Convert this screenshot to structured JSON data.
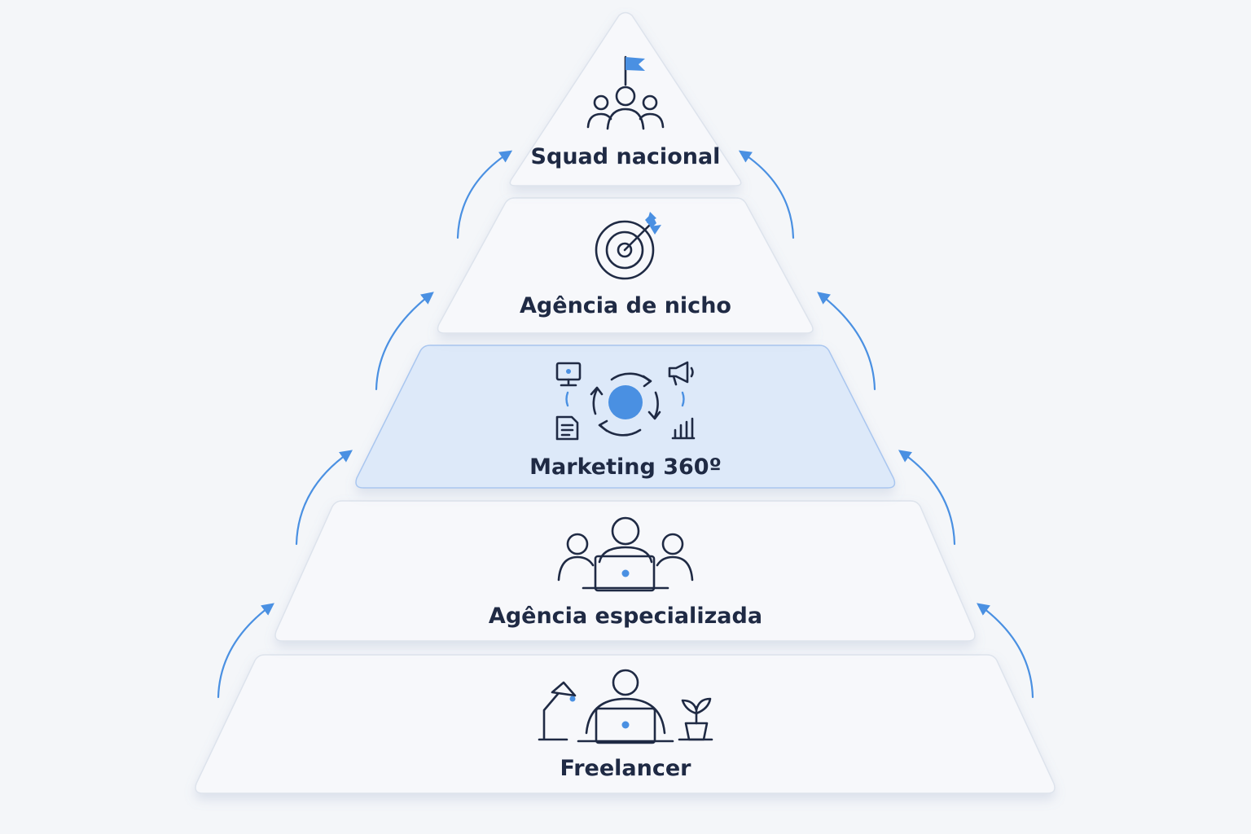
{
  "diagram": {
    "type": "pyramid",
    "accent_color": "#4a90e2",
    "highlight_fill": "#dde9f9",
    "tier_fill": "#f7f8fb",
    "tiers": [
      {
        "label": "Squad nacional",
        "icon": "team-flag-icon",
        "highlighted": false
      },
      {
        "label": "Agência de nicho",
        "icon": "target-arrow-icon",
        "highlighted": false
      },
      {
        "label": "Marketing 360º",
        "icon": "marketing-cycle-icon",
        "highlighted": true
      },
      {
        "label": "Agência especializada",
        "icon": "team-laptop-icon",
        "highlighted": false
      },
      {
        "label": "Freelancer",
        "icon": "freelancer-desk-icon",
        "highlighted": false
      }
    ]
  }
}
